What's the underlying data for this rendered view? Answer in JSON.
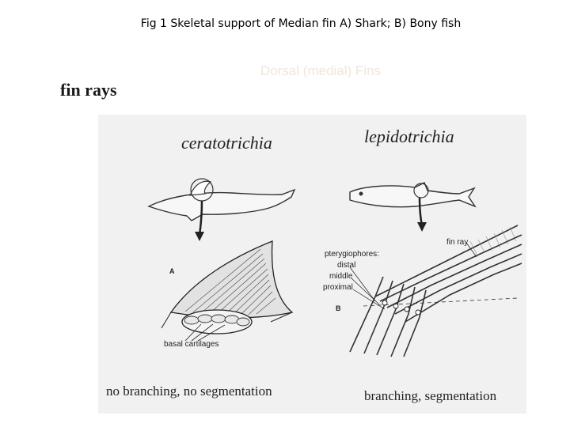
{
  "caption": "Fig 1 Skeletal support of Median fin A) Shark; B) Bony fish",
  "subtitle": "Dorsal (medial) Fins",
  "heading": "fin rays",
  "panels": {
    "left": {
      "title": "ceratotrichia",
      "letter": "A",
      "part_label": "basal cartilages",
      "footer": "no branching, no segmentation"
    },
    "right": {
      "title": "lepidotrichia",
      "letter": "B",
      "labels": {
        "fin_ray": "fin ray",
        "pterygiophores": "pterygiophores:",
        "distal": "distal",
        "middle": "middle",
        "proximal": "proximal"
      },
      "footer": "branching, segmentation"
    }
  },
  "colors": {
    "figure_bg": "#f1f1f1",
    "ink": "#222222",
    "subtitle": "#f2e6d8"
  }
}
